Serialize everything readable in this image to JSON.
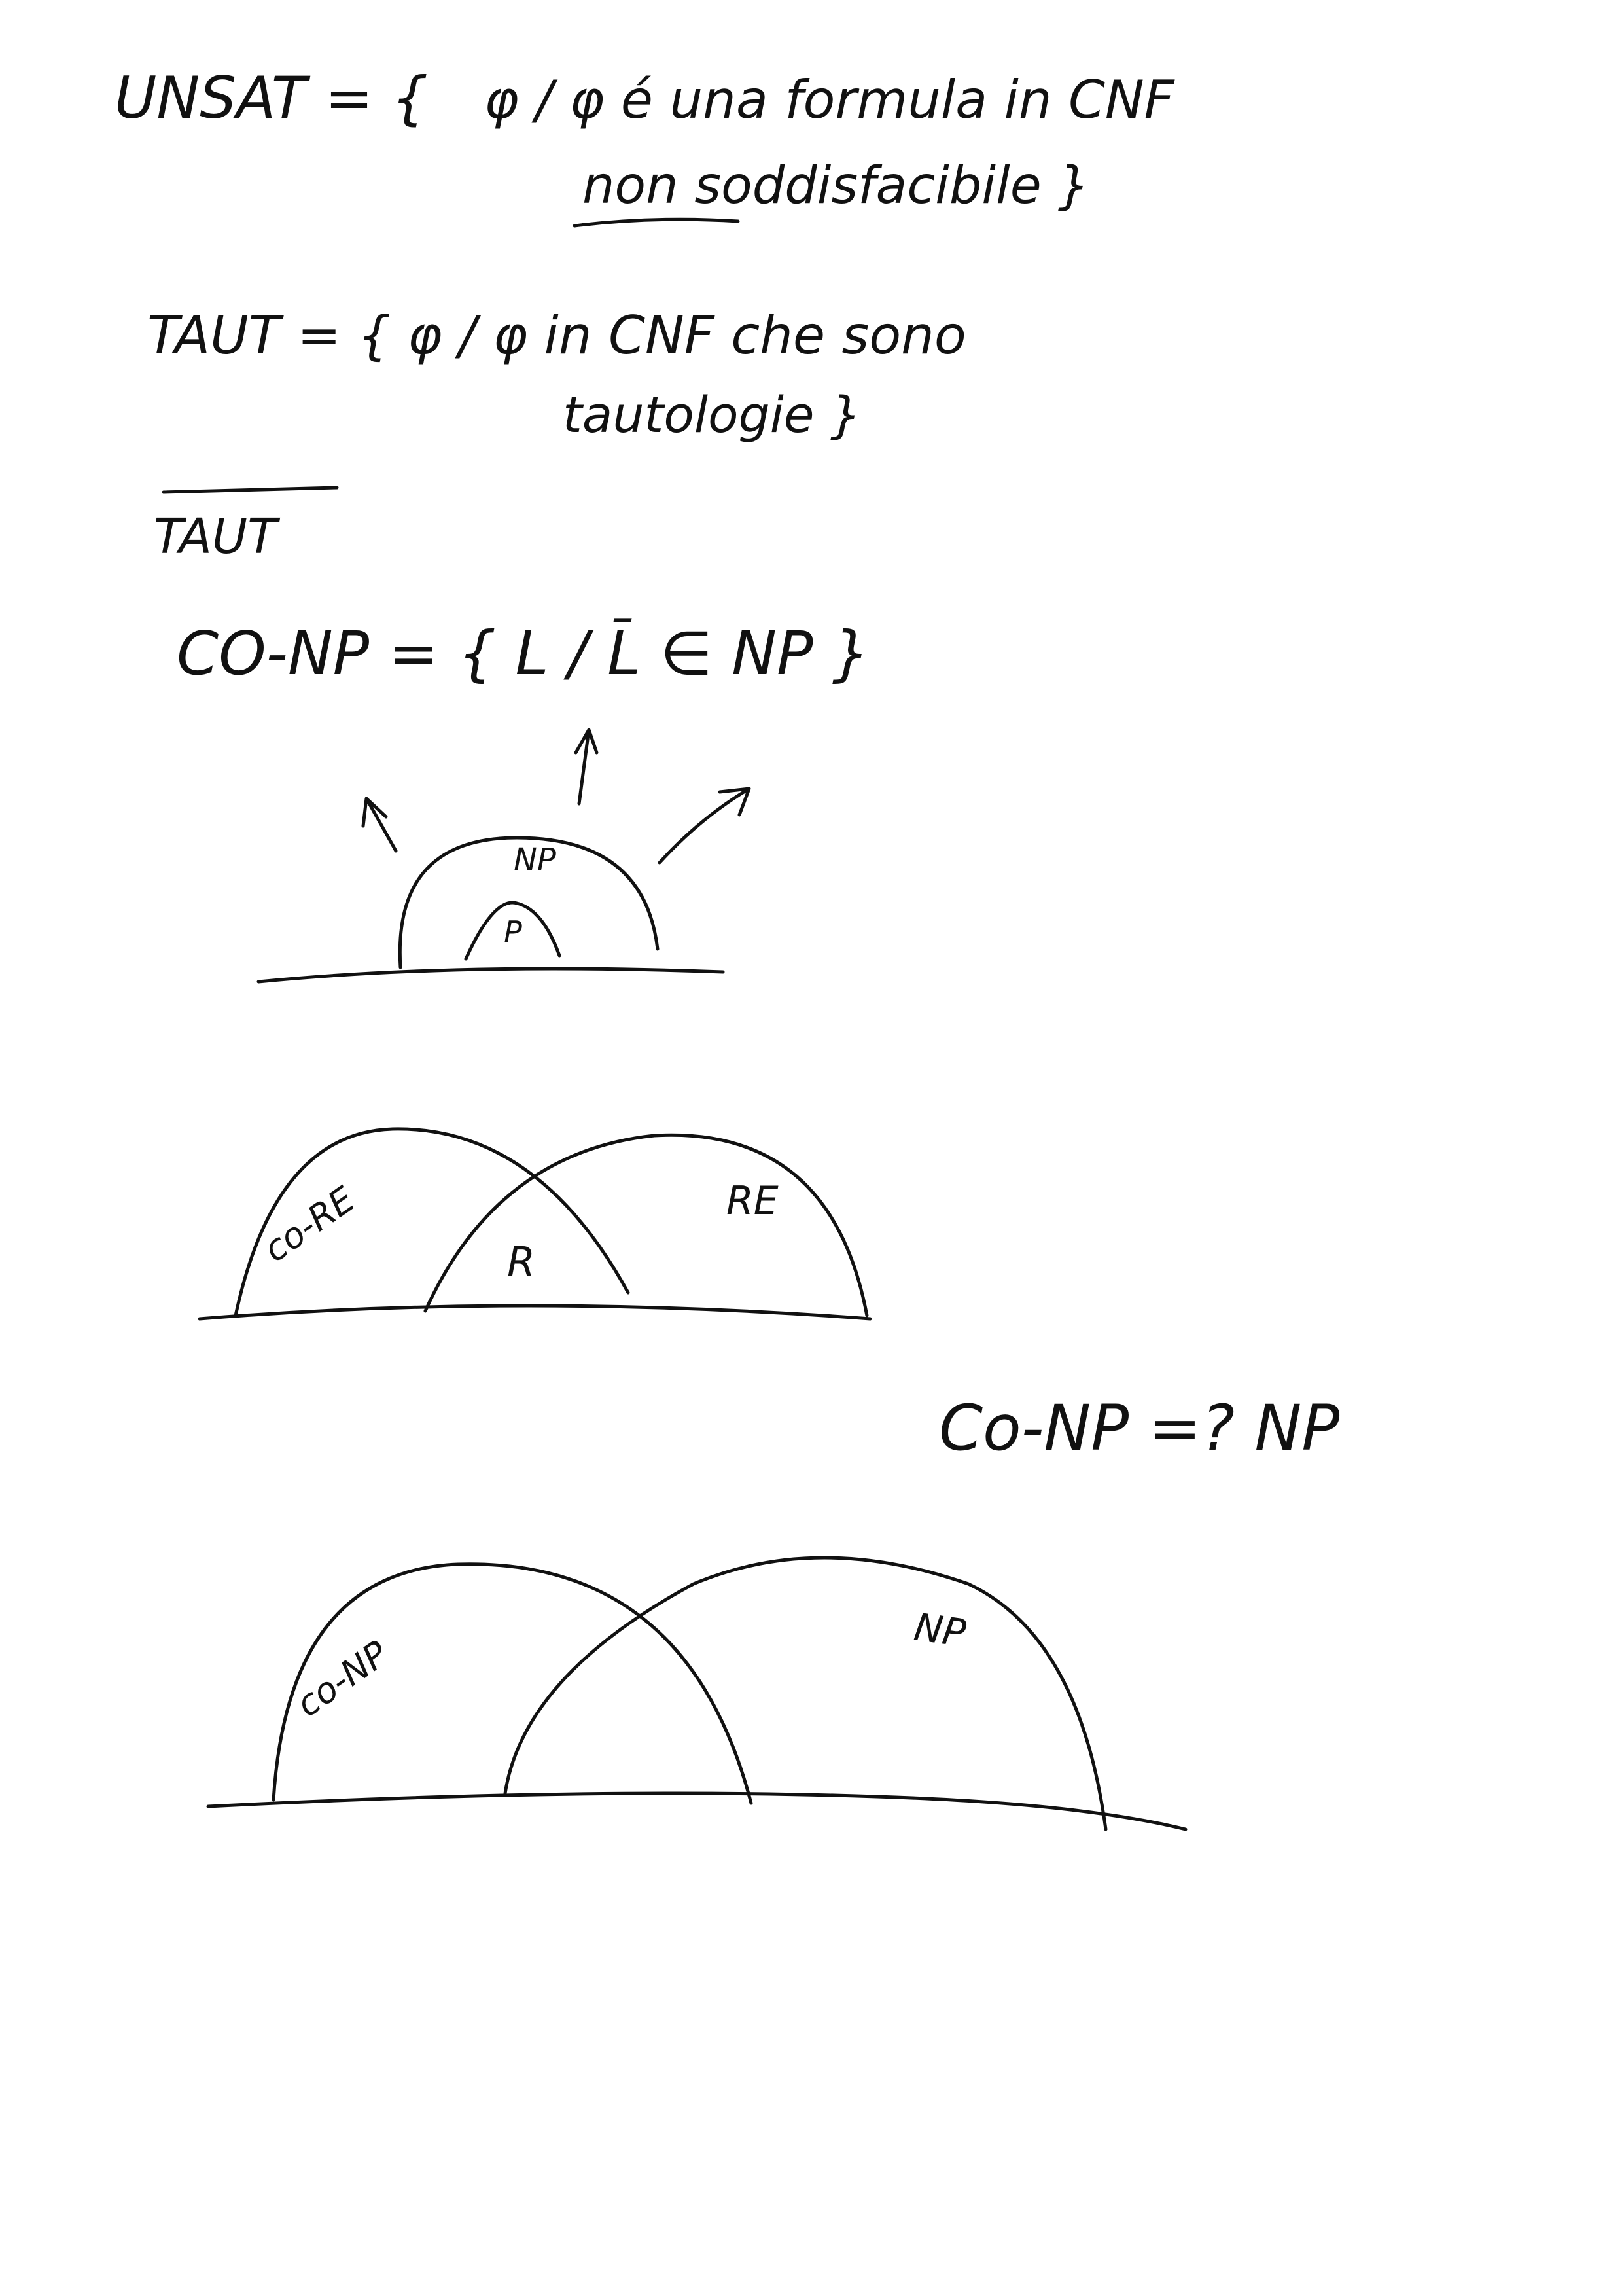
{
  "note": {
    "line1_lhs": "UNSAT = {",
    "line1_rhs": "φ / φ é una formula in CNF",
    "line2": "non soddisfacibile }",
    "line2_underlined": "non",
    "taut_line1": "TAUT = { φ / φ in CNF che sono",
    "taut_line2": "tautologie }",
    "taut_complement": "TAUT",
    "conp_def": "CO-NP = { L / L̄ ∈ NP }",
    "fig1_outer": "NP",
    "fig1_inner": "P",
    "fig2_left": "co-RE",
    "fig2_right": "RE",
    "fig2_mid": "R",
    "question": "Co-NP =? NP",
    "fig3_left": "co-NP",
    "fig3_right": "NP"
  },
  "ink_color": "#111111"
}
